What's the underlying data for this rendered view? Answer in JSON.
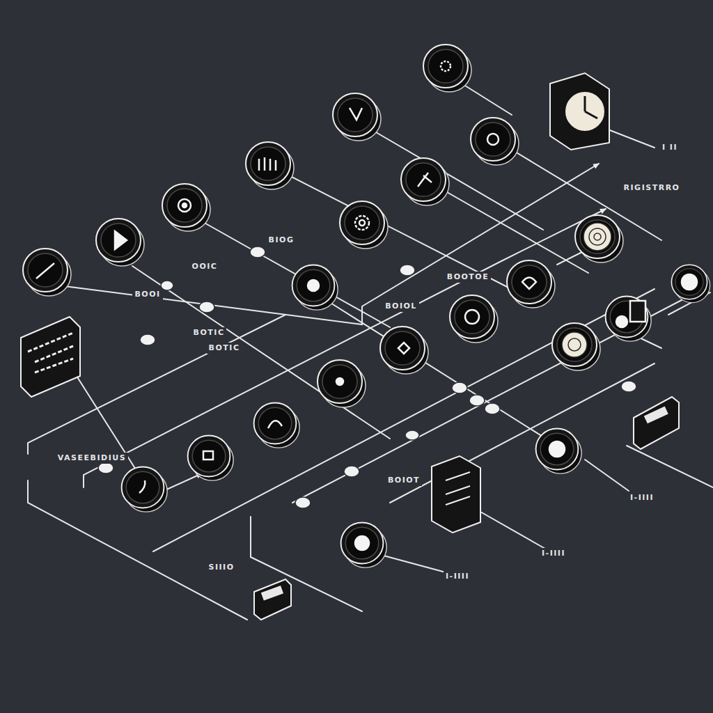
{
  "diagram": {
    "labels": [
      "I II",
      "RIGISTRRO",
      "BIOG",
      "OOIC",
      "BOOTOE",
      "BOOI",
      "BOIOL",
      "BOTIC",
      "BOTIC",
      "VASEEBIDIUS",
      "BOIOT",
      "I-IIII",
      "I-IIII",
      "SIIIO",
      "I-IIII"
    ]
  }
}
